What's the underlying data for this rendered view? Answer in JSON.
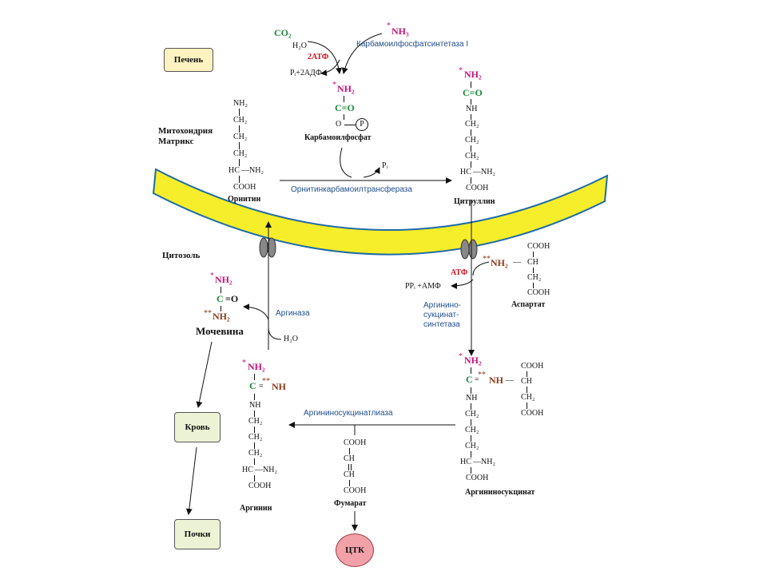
{
  "boxes": {
    "liver": "Печень",
    "blood": "Кровь",
    "kidneys": "Почки",
    "tca": "ЦТК"
  },
  "compartments": {
    "mito_line1": "Митохондрия",
    "mito_line2": "Матрикс",
    "cytosol": "Цитозоль"
  },
  "enzymes": {
    "cps1": "Карбамоилфосфатсинтетаза I",
    "otc": "Орнитинкарбамоилтрансфераза",
    "ass_line1": "Аргинино-",
    "ass_line2": "сукцинат-",
    "ass_line3": "синтетаза",
    "asl": "Аргининосукцинатлиаза",
    "arginase": "Аргиназа"
  },
  "compounds": {
    "carbamoyl_phosphate": "Карбамоилфосфат",
    "ornithine": "Орнитин",
    "citrulline": "Цитруллин",
    "aspartate": "Аспартат",
    "argininosuccinate": "Аргининосукцинат",
    "arginine": "Аргинин",
    "fumarate": "Фумарат",
    "urea": "Мочевина"
  },
  "reagents": {
    "co2": "CO₂",
    "h2o": "H₂O",
    "atp2": "2АТФ",
    "pi_adp": "Pᵢ+2АДФ",
    "nh3": "NH₃",
    "pi": "Pᵢ",
    "atp": "АТФ",
    "ppi_amp": "PPᵢ +АМФ",
    "h2o_2": "H₂O"
  },
  "marks": {
    "star": "*",
    "dstar": "**",
    "nh2": "NH₂",
    "nh": "NH",
    "c_eq_o": "C=O",
    "c": "C",
    "eq_o": "=O",
    "eq": "=",
    "o": "O",
    "p": "P",
    "ch2": "CH₂",
    "ch": "CH",
    "hc": "HC",
    "cooh": "COOH",
    "dash_nh2": "—NH₂",
    "dash_nh": "—NH",
    "dash": "—"
  },
  "colors": {
    "membrane_fill": "#f6ee2a",
    "membrane_edge": "#1e6aa8",
    "box_fill": "#ecf3d4",
    "liver_fill": "#fdf3c0",
    "tca_fill": "#f2a1a8",
    "enzyme_text": "#1f4e8c",
    "nh2_star": "#c4137a",
    "carbonyl": "#1b8a3a",
    "nh_dstar": "#8a3a1c",
    "atp": "#d0131b"
  }
}
